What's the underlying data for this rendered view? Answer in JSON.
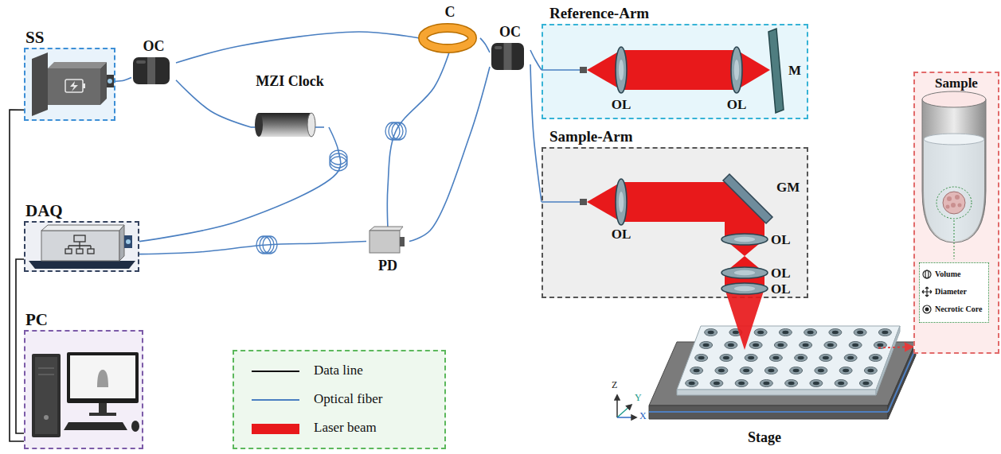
{
  "diagram": {
    "nodes": [
      {
        "text": [
          "SS"
        ]
      },
      {
        "text": [
          "OC"
        ]
      },
      {
        "text": [
          "C"
        ]
      },
      {
        "text": [
          "MZI Clock"
        ]
      },
      {
        "text": [
          "OC"
        ]
      },
      {
        "text": [
          "Reference-Arm"
        ]
      },
      {
        "text": [
          "DAQ"
        ]
      },
      {
        "text": [
          "PD"
        ]
      },
      {
        "text": [
          "Sample-Arm"
        ]
      },
      {
        "text": [
          "PC"
        ]
      },
      {
        "text": [
          "Stage"
        ]
      },
      {
        "text": [
          "Sample"
        ]
      },
      {
        "text": [
          "Volume",
          "Diameter",
          "Necrotic Core"
        ],
        "in": 11
      }
    ],
    "edges": [
      {
        "from": 0,
        "to": 1,
        "arrow": "none"
      },
      {
        "from": 1,
        "to": 2,
        "arrow": "none"
      },
      {
        "from": 1,
        "to": 3,
        "arrow": "none"
      },
      {
        "from": 2,
        "to": 4,
        "arrow": "none"
      },
      {
        "from": 4,
        "to": 5,
        "arrow": "none"
      },
      {
        "from": 4,
        "to": 8,
        "arrow": "none"
      },
      {
        "from": 4,
        "to": 7,
        "arrow": "none"
      },
      {
        "from": 2,
        "to": 7,
        "arrow": "none"
      },
      {
        "from": 3,
        "to": 6,
        "arrow": "none"
      },
      {
        "from": 7,
        "to": 6,
        "arrow": "none"
      },
      {
        "from": 0,
        "to": 9,
        "arrow": "none"
      },
      {
        "from": 6,
        "to": 9,
        "arrow": "none"
      },
      {
        "from": 10,
        "to": 11,
        "arrow": "to"
      }
    ],
    "labels": [
      "OL",
      "OL",
      "M",
      "OL",
      "GM",
      "OL",
      "OL",
      "OL",
      "Z",
      "Y",
      "X"
    ],
    "legend": [
      {
        "text": "Data line"
      },
      {
        "text": "Optical fiber"
      },
      {
        "text": "Laser beam",
        "color": "#e8191b"
      }
    ]
  }
}
